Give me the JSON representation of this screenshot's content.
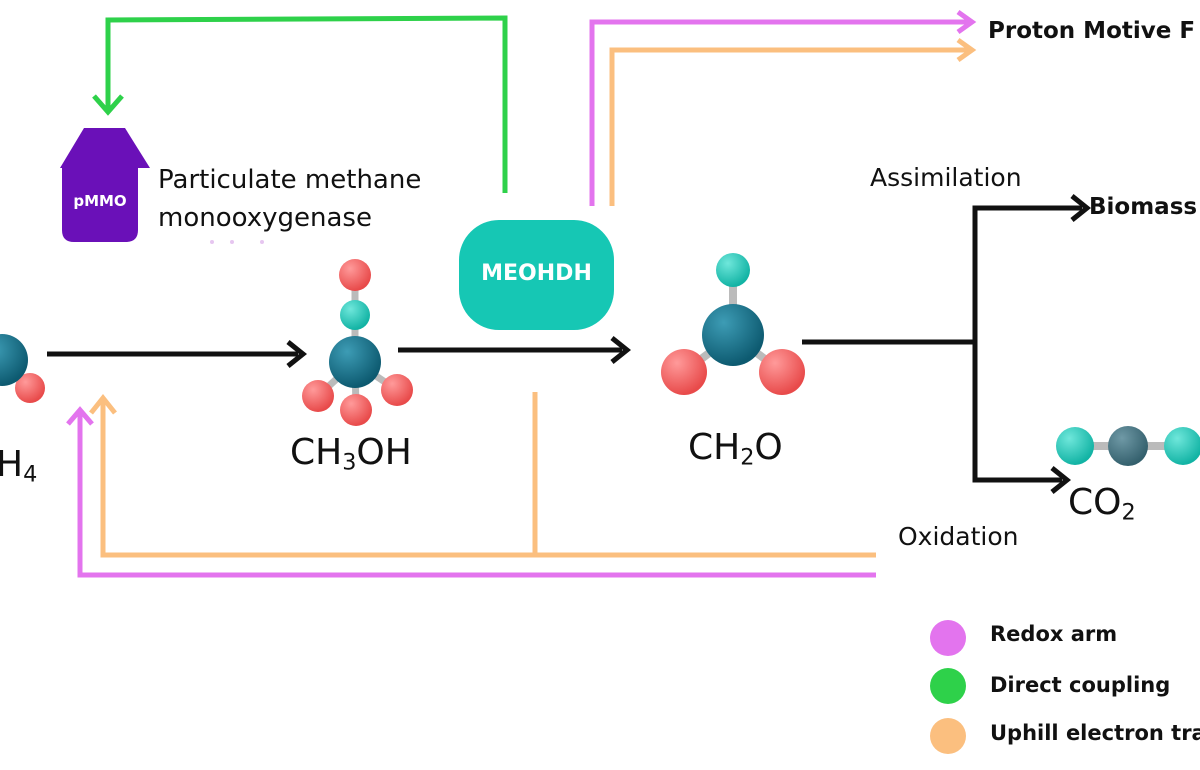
{
  "labels": {
    "proton_motive": "Proton Motive F",
    "biomass": "Biomass",
    "assimilation": "Assimilation",
    "oxidation": "Oxidation",
    "pmmo_line1": "Particulate methane",
    "pmmo_line2": "monooxygenase"
  },
  "enzymes": {
    "pmmo": "pMMO",
    "meohdh": "MEOHDH"
  },
  "molecules": {
    "ch4": {
      "main": "H",
      "sub": "4"
    },
    "ch3oh": {
      "pre": "CH",
      "sub": "3",
      "post": "OH"
    },
    "ch2o": {
      "pre": "CH",
      "sub": "2",
      "post": "O"
    },
    "co2": {
      "pre": "CO",
      "sub": "2"
    }
  },
  "legend": [
    {
      "label": "Redox arm",
      "color": "#e374ee"
    },
    {
      "label": "Direct coupling",
      "color": "#2ed14a"
    },
    {
      "label": "Uphill electron tra",
      "color": "#fbbf7f"
    }
  ],
  "colors": {
    "redox": "#e374ee",
    "direct": "#2ed14a",
    "uphill": "#fbbf7f",
    "pmmo": "#6a10b8",
    "meohdh": "#16c7b4",
    "atom_center": "#13677f",
    "atom_red": "#f15f5f",
    "atom_teal": "#19c2b3",
    "atom_gray": "#41707f"
  }
}
